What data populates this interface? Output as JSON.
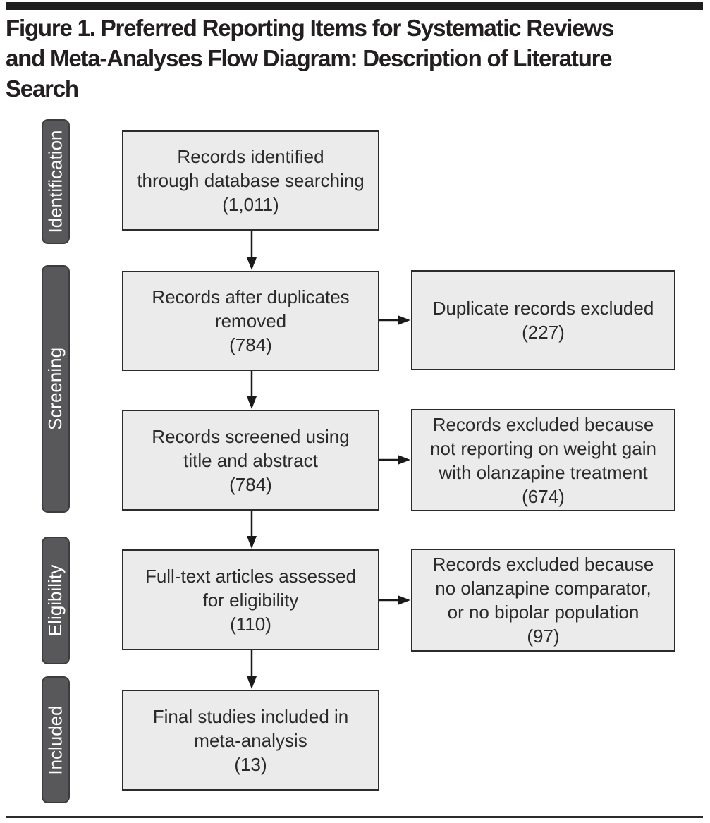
{
  "figure": {
    "title_lines": [
      "Figure 1. Preferred Reporting Items for Systematic Reviews",
      "and Meta-Analyses Flow Diagram: Description of Literature",
      "Search"
    ],
    "stages": [
      {
        "label": "Identification"
      },
      {
        "label": "Screening"
      },
      {
        "label": "Eligibility"
      },
      {
        "label": "Included"
      }
    ],
    "boxes": {
      "main": [
        {
          "text": "Records identified\nthrough database searching\n(1,011)",
          "count": "1,011"
        },
        {
          "text": "Records after duplicates\nremoved\n(784)",
          "count": "784"
        },
        {
          "text": "Records screened using\ntitle and abstract\n(784)",
          "count": "784"
        },
        {
          "text": "Full-text articles assessed\nfor eligibility\n(110)",
          "count": "110"
        },
        {
          "text": "Final studies included in\nmeta-analysis\n(13)",
          "count": "13"
        }
      ],
      "side": [
        {
          "text": "Duplicate records excluded\n(227)",
          "count": "227"
        },
        {
          "text": "Records excluded because\nnot reporting on weight gain\nwith olanzapine treatment\n(674)",
          "count": "674"
        },
        {
          "text": "Records excluded because\nno olanzapine comparator,\nor no bipolar population\n(97)",
          "count": "97"
        }
      ]
    },
    "colors": {
      "box_fill": "#ebebeb",
      "box_border": "#2b2b2b",
      "stage_fill": "#58585a",
      "stage_text": "#ffffff",
      "rule": "#1f1f1f",
      "title_text": "#231f20",
      "arrow": "#1a1a1a"
    }
  }
}
